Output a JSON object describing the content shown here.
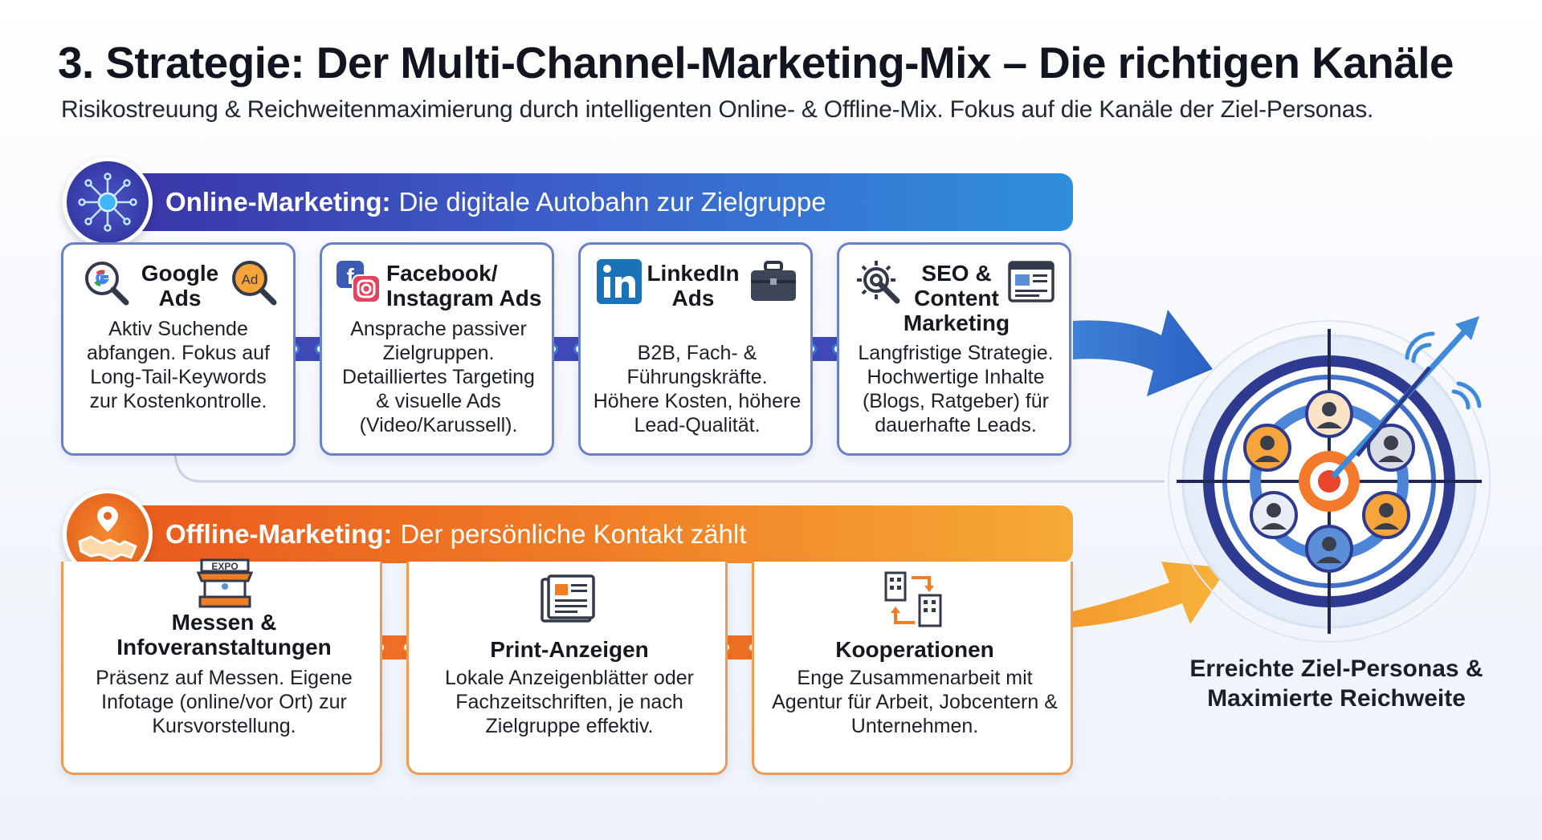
{
  "title": "3. Strategie: Der Multi-Channel-Marketing-Mix – Die richtigen Kanäle",
  "subtitle": "Risikostreuung & Reichweitenmaximierung durch intelligenten Online- & Offline-Mix. Fokus auf die Kanäle der Ziel-Personas.",
  "online": {
    "label_bold": "Online-Marketing:",
    "label_rest": "Die digitale Autobahn zur Zielgruppe",
    "icon": "network-icon",
    "cards": [
      {
        "title": "Google Ads",
        "text": "Aktiv Suchende abfangen. Fokus auf Long-Tail-Keywords zur Kostenkontrolle.",
        "icon": "google-search-icon",
        "icon2": "ad-search-icon"
      },
      {
        "title": "Facebook/ Instagram Ads",
        "text": "Ansprache passiver Zielgruppen. Detailliertes Targeting & visuelle Ads (Video/Karussell).",
        "icon": "facebook-instagram-icon"
      },
      {
        "title": "LinkedIn Ads",
        "text": "B2B, Fach- & Führungskräfte. Höhere Kosten, höhere Lead-Qualität.",
        "icon": "linkedin-icon",
        "icon2": "briefcase-icon"
      },
      {
        "title": "SEO & Content Marketing",
        "text": "Langfristige Strategie. Hochwertige Inhalte (Blogs, Ratgeber) für dauerhafte Leads.",
        "icon": "gear-search-icon",
        "icon2": "webpage-icon"
      }
    ]
  },
  "offline": {
    "label_bold": "Offline-Marketing:",
    "label_rest": "Der persönliche Kontakt zählt",
    "icon": "handshake-location-icon",
    "cards": [
      {
        "title": "Messen & Infoveranstaltungen",
        "text": "Präsenz auf Messen. Eigene Infotage (online/vor Ort) zur Kursvorstellung.",
        "icon": "expo-booth-icon",
        "badge": "EXPO"
      },
      {
        "title": "Print-Anzeigen",
        "text": "Lokale Anzeigenblätter oder Fachzeitschriften, je nach Zielgruppe effektiv.",
        "icon": "newspaper-icon"
      },
      {
        "title": "Kooperationen",
        "text": "Enge Zusammenarbeit mit Agentur für Arbeit, Jobcentern & Unternehmen.",
        "icon": "buildings-exchange-icon"
      }
    ]
  },
  "result": {
    "text": "Erreichte Ziel-Personas & Maximierte Reichweite",
    "icon": "target-personas-icon"
  },
  "colors": {
    "online_start": "#3a34a6",
    "online_end": "#2f8fdc",
    "offline_start": "#ea5a1d",
    "offline_end": "#f6aa36"
  }
}
